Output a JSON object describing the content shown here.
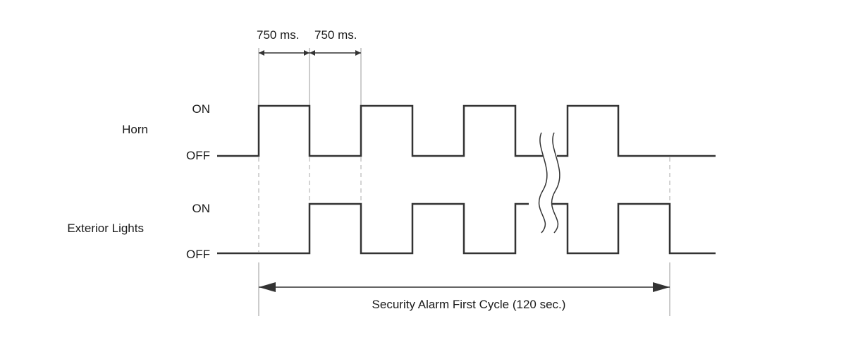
{
  "diagram": {
    "timing_labels": [
      "750 ms.",
      "750 ms."
    ],
    "signals": [
      {
        "name": "Horn",
        "on_label": "ON",
        "off_label": "OFF",
        "pattern": [
          0,
          1,
          0,
          1,
          0,
          1,
          0,
          "break",
          1,
          0,
          0
        ]
      },
      {
        "name": "Exterior Lights",
        "on_label": "ON",
        "off_label": "OFF",
        "pattern": [
          0,
          0,
          1,
          0,
          1,
          0,
          1,
          "break",
          0,
          1,
          0
        ]
      }
    ],
    "cycle_label": "Security Alarm First Cycle (120 sec.)"
  }
}
